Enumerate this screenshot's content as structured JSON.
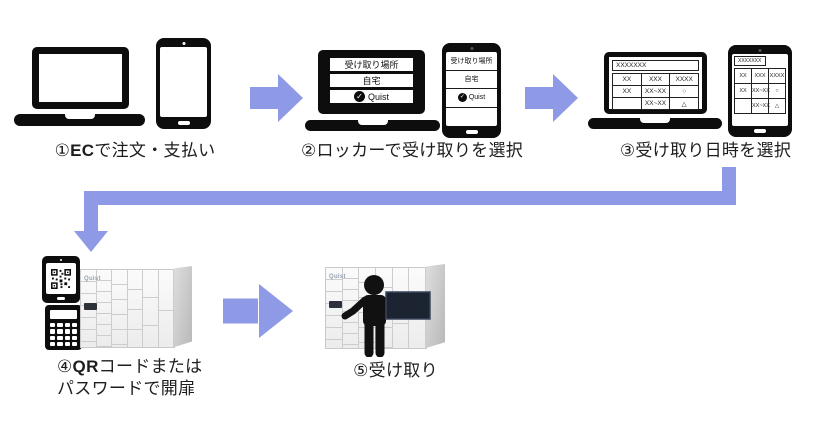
{
  "colors": {
    "arrow": "#8f9ae6",
    "device": "#0d0d0d"
  },
  "icons": {
    "check": "✓"
  },
  "step1": {
    "prefix": "①",
    "bold": "EC",
    "rest": "で注文・支払い"
  },
  "step2": {
    "label": "②ロッカーで受け取りを選択",
    "screen": {
      "title": "受け取り場所",
      "option_home": "自宅",
      "option_locker": "Quist"
    }
  },
  "step3": {
    "label": "③受け取り日時を選択",
    "table": {
      "header": "XXXXXXX",
      "rows": [
        [
          "XX",
          "XXX",
          "XXXX"
        ],
        [
          "XX",
          "XX~XX",
          "○"
        ],
        [
          "",
          "XX~XX",
          "△"
        ]
      ]
    }
  },
  "step4": {
    "prefix": "④",
    "bold": "QR",
    "rest": "コードまたは",
    "line2": "パスワードで開扉"
  },
  "step5": {
    "label": "⑤受け取り"
  },
  "locker": {
    "brand": "Quist"
  }
}
